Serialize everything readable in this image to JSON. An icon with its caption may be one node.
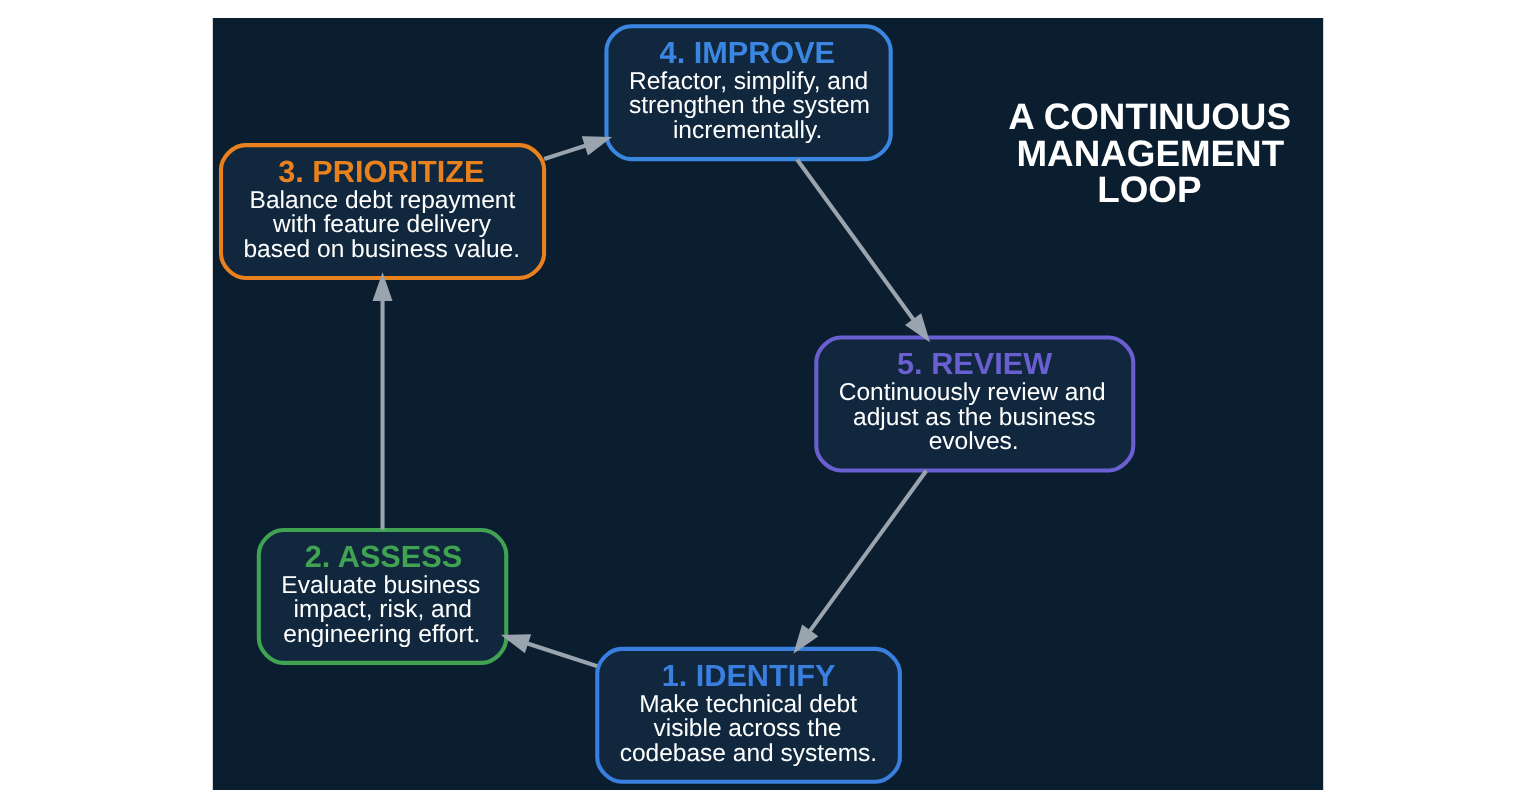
{
  "diagram": {
    "nodes": [
      {
        "text": [
          "1. IDENTIFY",
          "Make technical debt visible across the codebase and systems."
        ]
      },
      {
        "text": [
          "2. ASSESS",
          "Evaluate business impact, risk, and engineering effort."
        ]
      },
      {
        "text": [
          "3. PRIORITIZE",
          "Balance debt repayment with feature delivery based on business value."
        ]
      },
      {
        "text": [
          "4. IMPROVE",
          "Refactor, simplify, and strengthen the system incrementally."
        ]
      },
      {
        "text": [
          "5. REVIEW",
          "Continuously review and adjust as the business evolves."
        ]
      }
    ],
    "edges": [
      {
        "from": 0,
        "to": 1,
        "arrow": "to"
      },
      {
        "from": 1,
        "to": 2,
        "arrow": "to"
      },
      {
        "from": 2,
        "to": 3,
        "arrow": "to"
      },
      {
        "from": 3,
        "to": 4,
        "arrow": "to"
      },
      {
        "from": 4,
        "to": 0,
        "arrow": "to"
      }
    ],
    "labels": [
      "A CONTINUOUS MANAGEMENT LOOP"
    ]
  }
}
